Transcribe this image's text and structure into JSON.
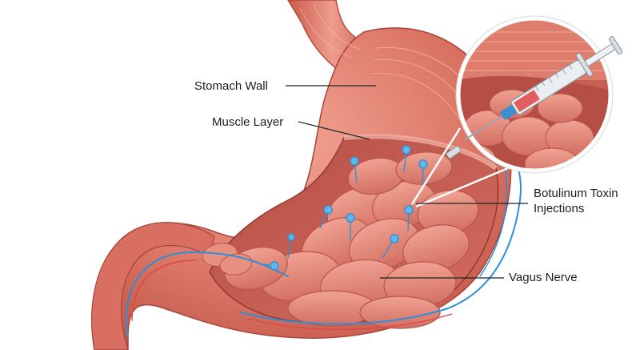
{
  "labels": {
    "stomach_wall": "Stomach Wall",
    "muscle_layer": "Muscle Layer",
    "botox_line1": "Botulinum Toxin",
    "botox_line2": "Injections",
    "vagus_nerve": "Vagus Nerve"
  },
  "colors": {
    "outer_wall": "#d9705f",
    "wall_highlight": "#f2a596",
    "muscle_fold": "#e48a7b",
    "fold_shadow": "#b8544a",
    "inner_cavity": "#c95f53",
    "nerve_blue": "#2f8fd6",
    "injection_dot": "#5fb8ec",
    "leader_line": "#222222",
    "syringe_body": "#e9eef2",
    "needle": "#9aa6b0"
  },
  "icons": {
    "syringe": "syringe-icon",
    "magnifier": "magnifier-circle",
    "injection_marker": "injection-dot-icon"
  }
}
